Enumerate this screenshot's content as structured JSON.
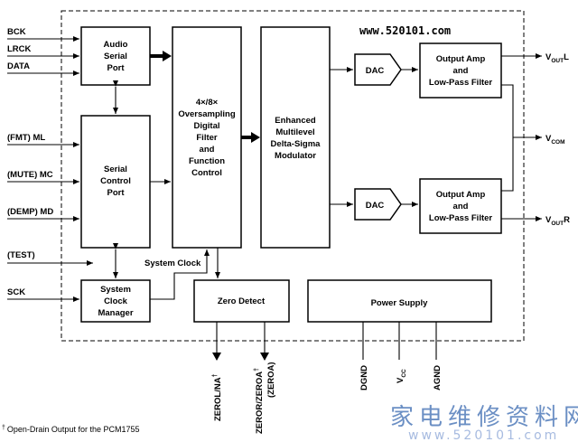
{
  "watermark": {
    "top_url": "www.520101.com",
    "cn_text": "家电维修资料网",
    "bottom_url": "www.520101.com"
  },
  "pins": {
    "bck": "BCK",
    "lrck": "LRCK",
    "data": "DATA",
    "fmt": "(FMT) ML",
    "mute": "(MUTE) MC",
    "demp": "(DEMP) MD",
    "test": "(TEST)",
    "sck": "SCK",
    "voutl_main": "V",
    "voutl_sub": "OUT",
    "voutl_suffix": "L",
    "voutr_main": "V",
    "voutr_sub": "OUT",
    "voutr_suffix": "R",
    "vcom_main": "V",
    "vcom_sub": "COM",
    "zerol": "ZEROL/NA",
    "zerol_mark": "†",
    "zeror": "ZEROR/ZEROA",
    "zeror_mark": "†",
    "zeroa": "(ZEROA)",
    "dgnd": "DGND",
    "vcc_main": "V",
    "vcc_sub": "CC",
    "agnd": "AGND"
  },
  "blocks": {
    "audio_port": [
      "Audio",
      "Serial",
      "Port"
    ],
    "serial_control": [
      "Serial",
      "Control",
      "Port"
    ],
    "clock_manager": [
      "System",
      "Clock",
      "Manager"
    ],
    "filter": [
      "4×/8×",
      "Oversampling",
      "Digital",
      "Filter",
      "and",
      "Function",
      "Control"
    ],
    "modulator": [
      "Enhanced",
      "Multilevel",
      "Delta-Sigma",
      "Modulator"
    ],
    "dac_top": "DAC",
    "dac_bottom": "DAC",
    "amp_top": [
      "Output Amp",
      "and",
      "Low-Pass Filter"
    ],
    "amp_bottom": [
      "Output Amp",
      "and",
      "Low-Pass Filter"
    ],
    "zero_detect": "Zero Detect",
    "power_supply": "Power Supply"
  },
  "labels": {
    "system_clock": "System Clock",
    "footnote_mark": "†",
    "footnote": "Open-Drain Output for the PCM1755"
  }
}
